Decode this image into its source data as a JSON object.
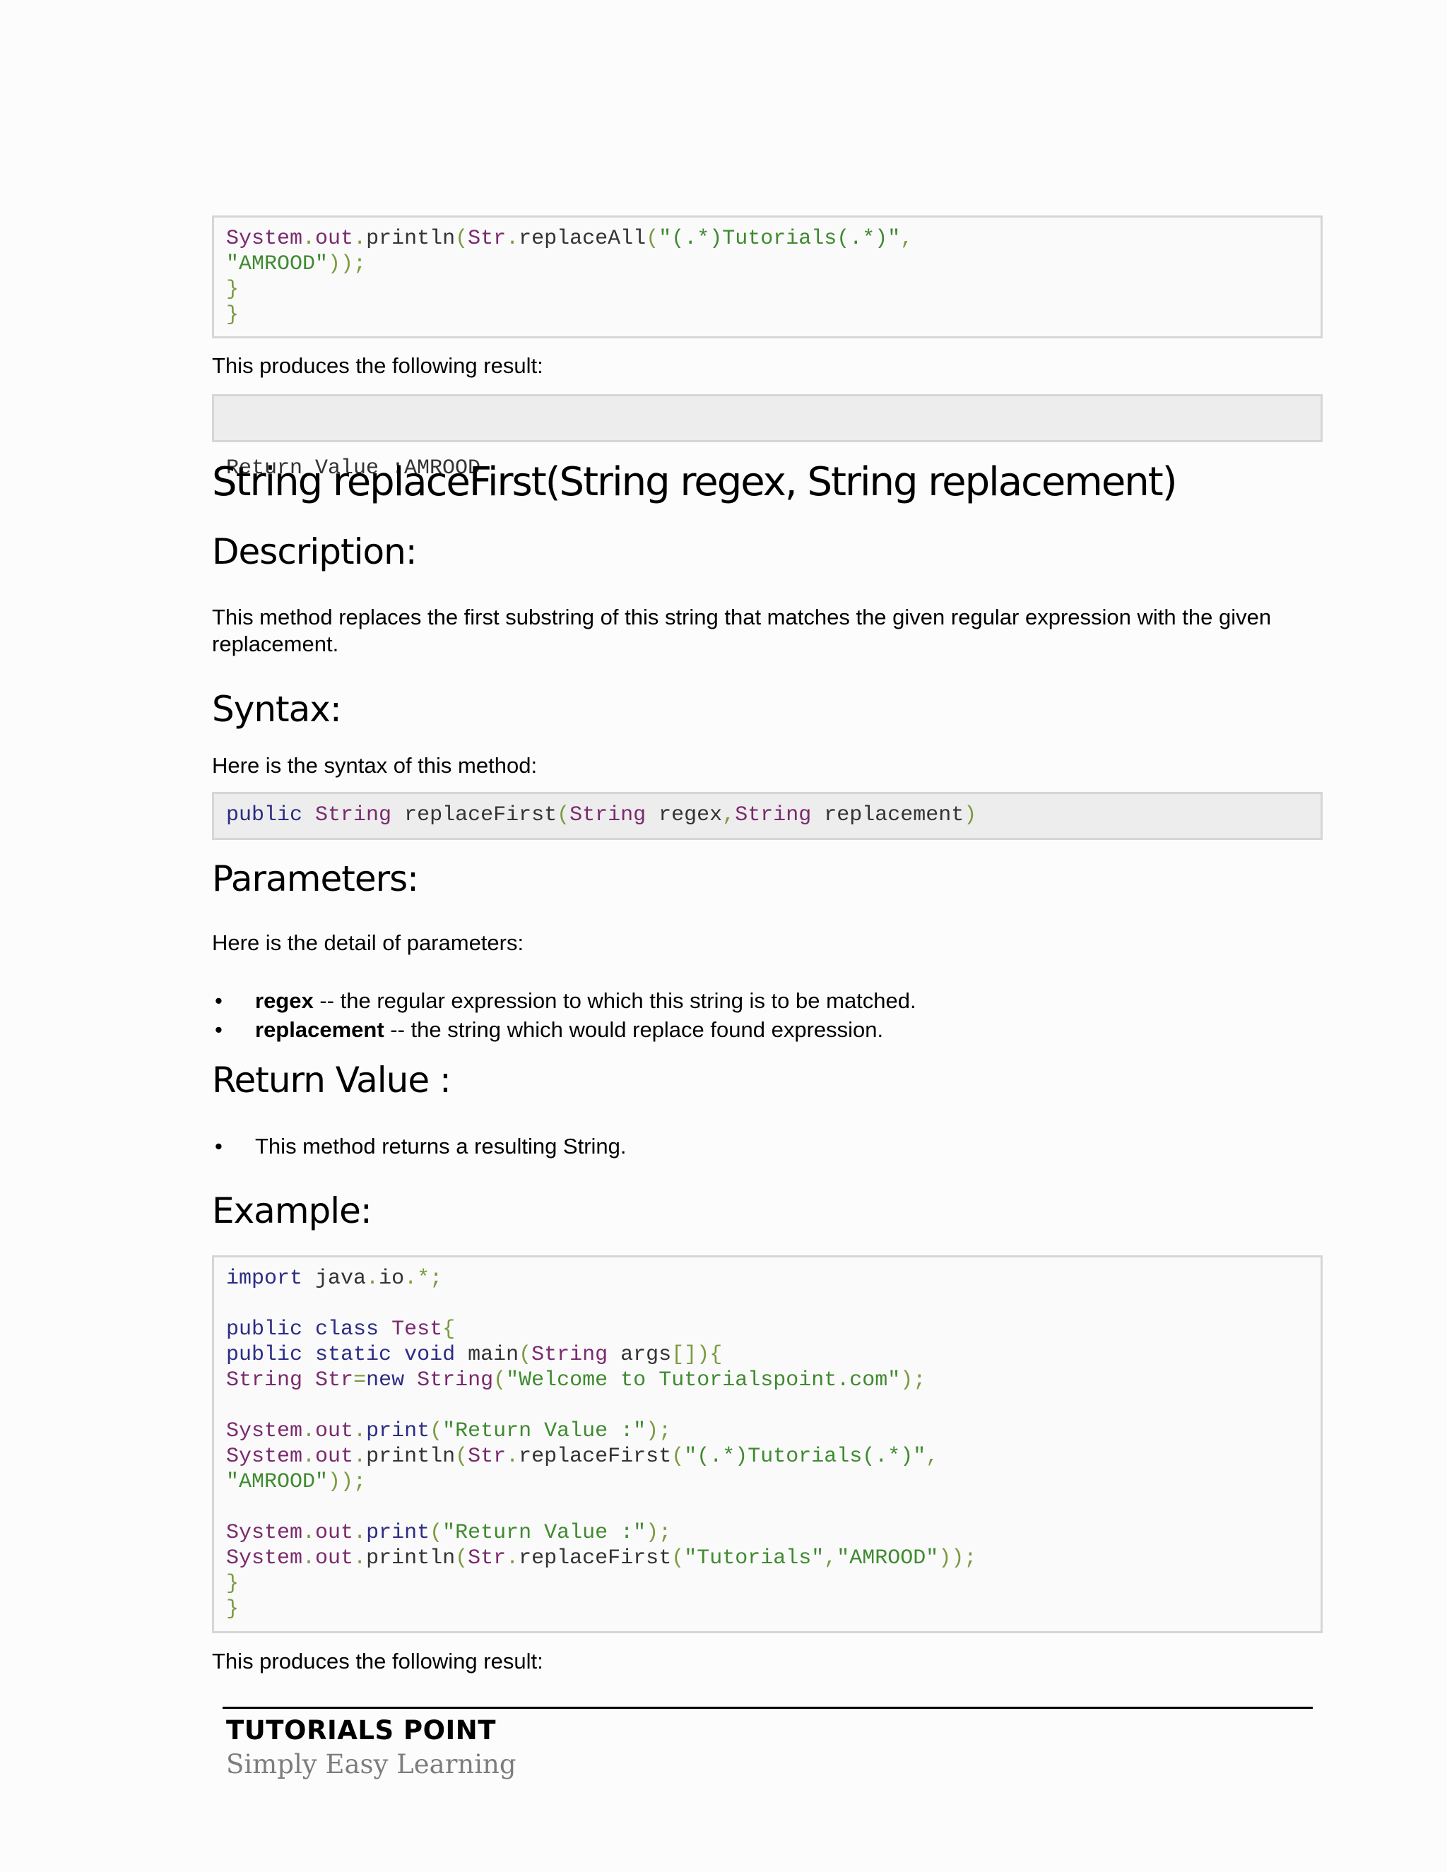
{
  "code_top": {
    "lines": [
      [
        [
          "ty",
          "System"
        ],
        [
          "pn",
          "."
        ],
        [
          "ty",
          "out"
        ],
        [
          "pn",
          "."
        ],
        [
          "tx",
          "println"
        ],
        [
          "pn",
          "("
        ],
        [
          "ty",
          "Str"
        ],
        [
          "pn",
          "."
        ],
        [
          "tx",
          "replaceAll"
        ],
        [
          "pn",
          "("
        ],
        [
          "st",
          "\"(.*)Tutorials(.*)\""
        ],
        [
          "pn",
          ","
        ]
      ],
      [
        [
          "st",
          "\"AMROOD\""
        ],
        [
          "pn",
          "));"
        ]
      ],
      [
        [
          "pn",
          "}"
        ]
      ],
      [
        [
          "pn",
          "}"
        ]
      ]
    ]
  },
  "result_intro_1": "This produces the following result:",
  "result_box_1": "Return Value :AMROOD",
  "method_heading": "String replaceFirst(String regex, String replacement)",
  "description": {
    "heading": "Description:",
    "text": "This method replaces the first substring of this string that matches the given regular expression with the given replacement."
  },
  "syntax": {
    "heading": "Syntax:",
    "intro": "Here is the syntax of this method:",
    "line": [
      [
        "kw",
        "public"
      ],
      [
        "tx",
        " "
      ],
      [
        "ty",
        "String"
      ],
      [
        "tx",
        " replaceFirst"
      ],
      [
        "pn",
        "("
      ],
      [
        "ty",
        "String"
      ],
      [
        "tx",
        " regex"
      ],
      [
        "pn",
        ","
      ],
      [
        "ty",
        "String"
      ],
      [
        "tx",
        " replacement"
      ],
      [
        "pn",
        ")"
      ]
    ]
  },
  "parameters": {
    "heading": "Parameters:",
    "intro": "Here is the detail of parameters:",
    "items": [
      {
        "term": "regex",
        "desc": " -- the regular expression to which this string is to be matched."
      },
      {
        "term": "replacement",
        "desc": " -- the string which would replace found expression."
      }
    ]
  },
  "return_value": {
    "heading": "Return Value :",
    "items": [
      "This method returns a resulting String."
    ]
  },
  "example": {
    "heading": "Example:",
    "lines": [
      [
        [
          "kw",
          "import"
        ],
        [
          "tx",
          " java"
        ],
        [
          "pn",
          "."
        ],
        [
          "tx",
          "io"
        ],
        [
          "pn",
          ".*;"
        ]
      ],
      [],
      [
        [
          "kw",
          "public"
        ],
        [
          "tx",
          " "
        ],
        [
          "kw",
          "class"
        ],
        [
          "tx",
          " "
        ],
        [
          "ty",
          "Test"
        ],
        [
          "pn",
          "{"
        ]
      ],
      [
        [
          "kw",
          "public"
        ],
        [
          "tx",
          " "
        ],
        [
          "kw",
          "static"
        ],
        [
          "tx",
          " "
        ],
        [
          "kw",
          "void"
        ],
        [
          "tx",
          " main"
        ],
        [
          "pn",
          "("
        ],
        [
          "ty",
          "String"
        ],
        [
          "tx",
          " args"
        ],
        [
          "pn",
          "[]){"
        ]
      ],
      [
        [
          "ty",
          "String"
        ],
        [
          "tx",
          " "
        ],
        [
          "ty",
          "Str"
        ],
        [
          "pn",
          "="
        ],
        [
          "kw",
          "new"
        ],
        [
          "tx",
          " "
        ],
        [
          "ty",
          "String"
        ],
        [
          "pn",
          "("
        ],
        [
          "st",
          "\"Welcome to Tutorialspoint.com\""
        ],
        [
          "pn",
          ");"
        ]
      ],
      [],
      [
        [
          "ty",
          "System"
        ],
        [
          "pn",
          "."
        ],
        [
          "ty",
          "out"
        ],
        [
          "pn",
          "."
        ],
        [
          "kw",
          "print"
        ],
        [
          "pn",
          "("
        ],
        [
          "st",
          "\"Return Value :\""
        ],
        [
          "pn",
          ");"
        ]
      ],
      [
        [
          "ty",
          "System"
        ],
        [
          "pn",
          "."
        ],
        [
          "ty",
          "out"
        ],
        [
          "pn",
          "."
        ],
        [
          "tx",
          "println"
        ],
        [
          "pn",
          "("
        ],
        [
          "ty",
          "Str"
        ],
        [
          "pn",
          "."
        ],
        [
          "tx",
          "replaceFirst"
        ],
        [
          "pn",
          "("
        ],
        [
          "st",
          "\"(.*)Tutorials(.*)\""
        ],
        [
          "pn",
          ","
        ]
      ],
      [
        [
          "st",
          "\"AMROOD\""
        ],
        [
          "pn",
          "));"
        ]
      ],
      [],
      [
        [
          "ty",
          "System"
        ],
        [
          "pn",
          "."
        ],
        [
          "ty",
          "out"
        ],
        [
          "pn",
          "."
        ],
        [
          "kw",
          "print"
        ],
        [
          "pn",
          "("
        ],
        [
          "st",
          "\"Return Value :\""
        ],
        [
          "pn",
          ");"
        ]
      ],
      [
        [
          "ty",
          "System"
        ],
        [
          "pn",
          "."
        ],
        [
          "ty",
          "out"
        ],
        [
          "pn",
          "."
        ],
        [
          "tx",
          "println"
        ],
        [
          "pn",
          "("
        ],
        [
          "ty",
          "Str"
        ],
        [
          "pn",
          "."
        ],
        [
          "tx",
          "replaceFirst"
        ],
        [
          "pn",
          "("
        ],
        [
          "st",
          "\"Tutorials\""
        ],
        [
          "pn",
          ","
        ],
        [
          "st",
          "\"AMROOD\""
        ],
        [
          "pn",
          "));"
        ]
      ],
      [
        [
          "pn",
          "}"
        ]
      ],
      [
        [
          "pn",
          "}"
        ]
      ]
    ]
  },
  "result_intro_2": "This produces the following result:",
  "footer": {
    "brand": "TUTORIALS POINT",
    "tagline": "Simply Easy Learning"
  }
}
